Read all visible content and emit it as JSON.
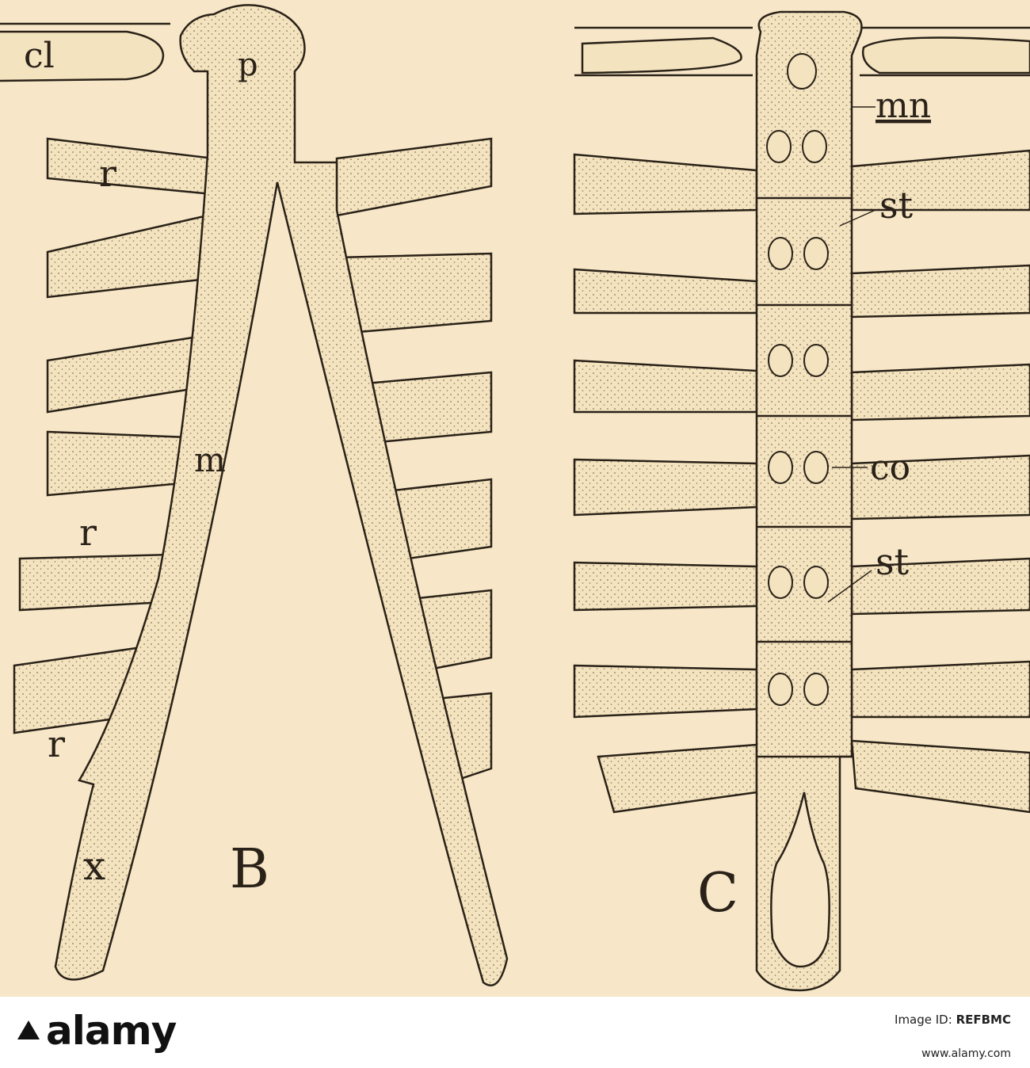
{
  "figure": {
    "labels": {
      "cl": "cl",
      "p": "p",
      "r1": "r",
      "r2": "r",
      "r3": "r",
      "m": "m",
      "x": "x",
      "B": "B",
      "mn": "mn",
      "st1": "st",
      "co": "co",
      "st2": "st",
      "C": "C"
    },
    "colors": {
      "paper": "#f7e7c8",
      "bone": "#f4e3bf",
      "ink": "#2a2218"
    }
  },
  "footer": {
    "brand": "alamy",
    "image_id_label": "Image ID:",
    "image_id": "REFBMC",
    "url": "www.alamy.com"
  }
}
